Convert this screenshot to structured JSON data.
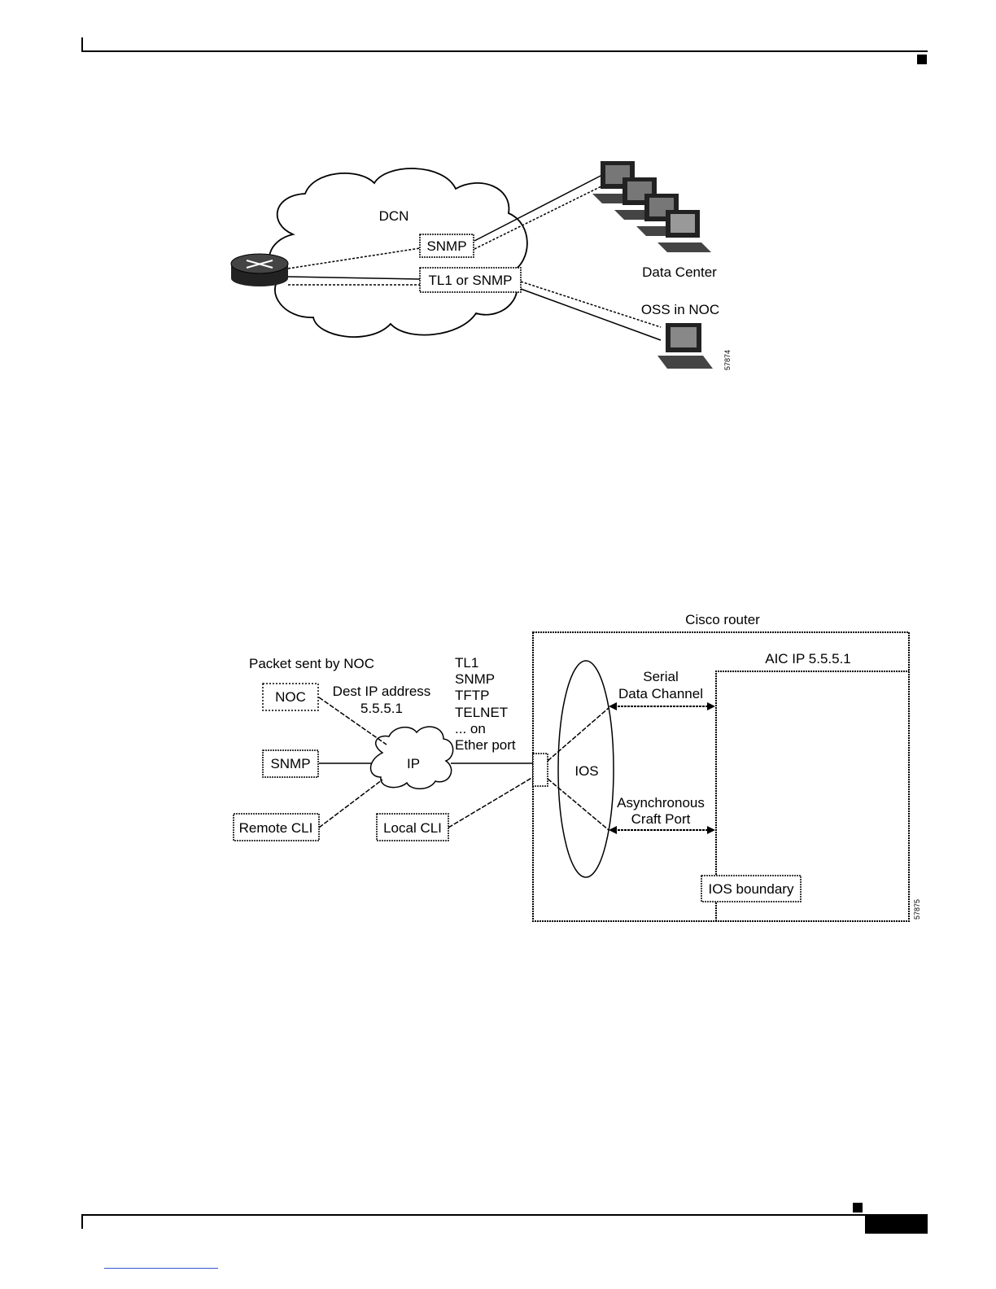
{
  "figure1": {
    "cloud_label": "DCN",
    "box_snmp": "SNMP",
    "box_tl1": "TL1 or SNMP",
    "data_center_label": "Data Center",
    "oss_label": "OSS in NOC",
    "figure_id": "57874"
  },
  "figure2": {
    "enclosure_label": "Cisco router",
    "aic_label": "AIC IP 5.5.5.1",
    "packet_sent_label": "Packet sent by NOC",
    "dest_ip_line1": "Dest IP address",
    "dest_ip_line2": "5.5.5.1",
    "protocols": [
      "TL1",
      "SNMP",
      "TFTP",
      "TELNET",
      "... on",
      "Ether port"
    ],
    "box_noc": "NOC",
    "box_snmp": "SNMP",
    "box_remote_cli": "Remote CLI",
    "box_local_cli": "Local CLI",
    "cloud_ip": "IP",
    "ios_label": "IOS",
    "serial_line1": "Serial",
    "serial_line2": "Data Channel",
    "async_line1": "Asynchronous",
    "async_line2": "Craft Port",
    "ios_boundary": "IOS boundary",
    "figure_id": "57875"
  }
}
